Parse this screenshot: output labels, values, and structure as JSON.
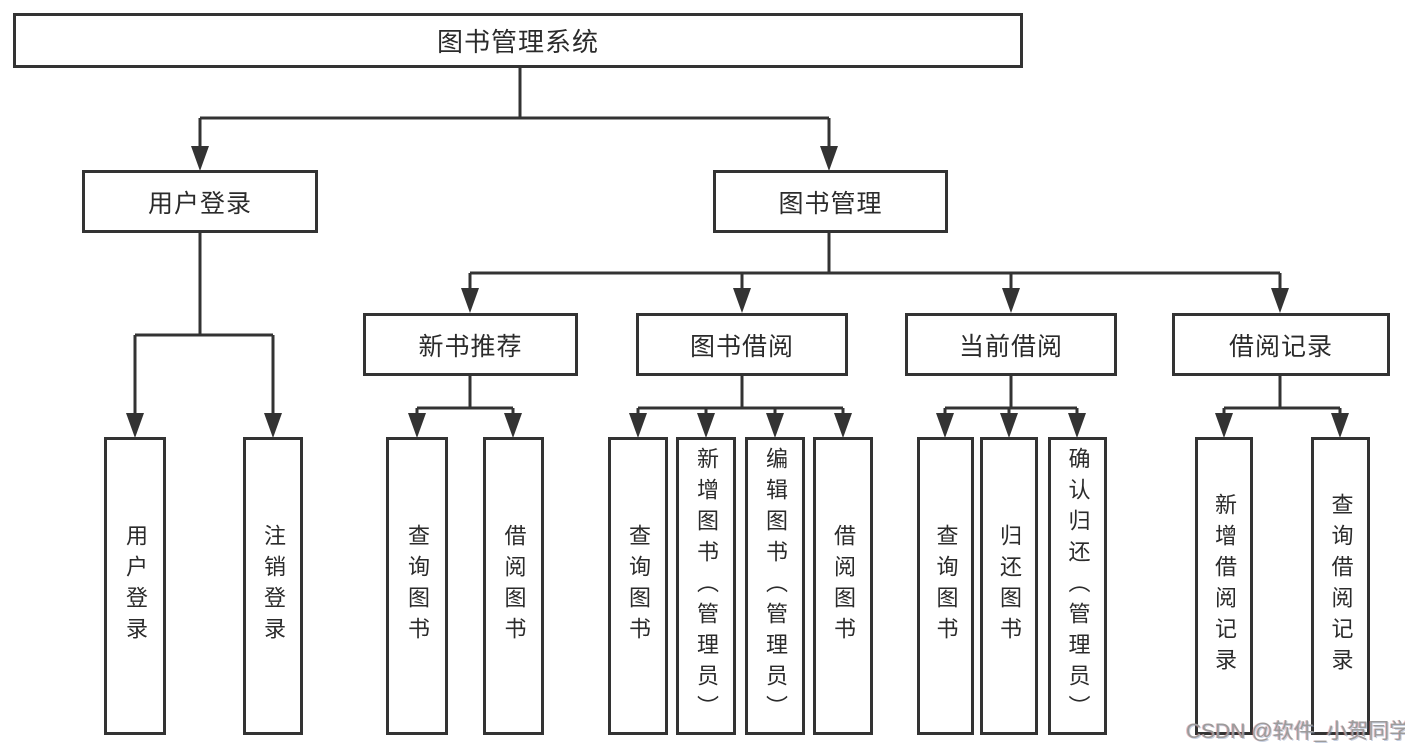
{
  "diagram": {
    "root": {
      "label": "图书管理系统"
    },
    "level2": [
      {
        "label": "用户登录"
      },
      {
        "label": "图书管理"
      }
    ],
    "level3": [
      {
        "label": "新书推荐"
      },
      {
        "label": "图书借阅"
      },
      {
        "label": "当前借阅"
      },
      {
        "label": "借阅记录"
      }
    ],
    "leaves": [
      {
        "label": "用户登录",
        "parent": "用户登录"
      },
      {
        "label": "注销登录",
        "parent": "用户登录"
      },
      {
        "label": "查询图书",
        "parent": "新书推荐"
      },
      {
        "label": "借阅图书",
        "parent": "新书推荐"
      },
      {
        "label": "查询图书",
        "parent": "图书借阅"
      },
      {
        "label": "新增图书（管理员）",
        "parent": "图书借阅"
      },
      {
        "label": "编辑图书（管理员）",
        "parent": "图书借阅"
      },
      {
        "label": "借阅图书",
        "parent": "图书借阅"
      },
      {
        "label": "查询图书",
        "parent": "当前借阅"
      },
      {
        "label": "归还图书",
        "parent": "当前借阅"
      },
      {
        "label": "确认归还（管理员）",
        "parent": "当前借阅"
      },
      {
        "label": "新增借阅记录",
        "parent": "借阅记录"
      },
      {
        "label": "查询借阅记录",
        "parent": "借阅记录"
      }
    ],
    "watermark": "CSDN @软件_小贺同学",
    "colors": {
      "line": "#333333",
      "text": "#2b2b2b",
      "watermark": "#9b9b9b",
      "background": "#ffffff"
    }
  }
}
